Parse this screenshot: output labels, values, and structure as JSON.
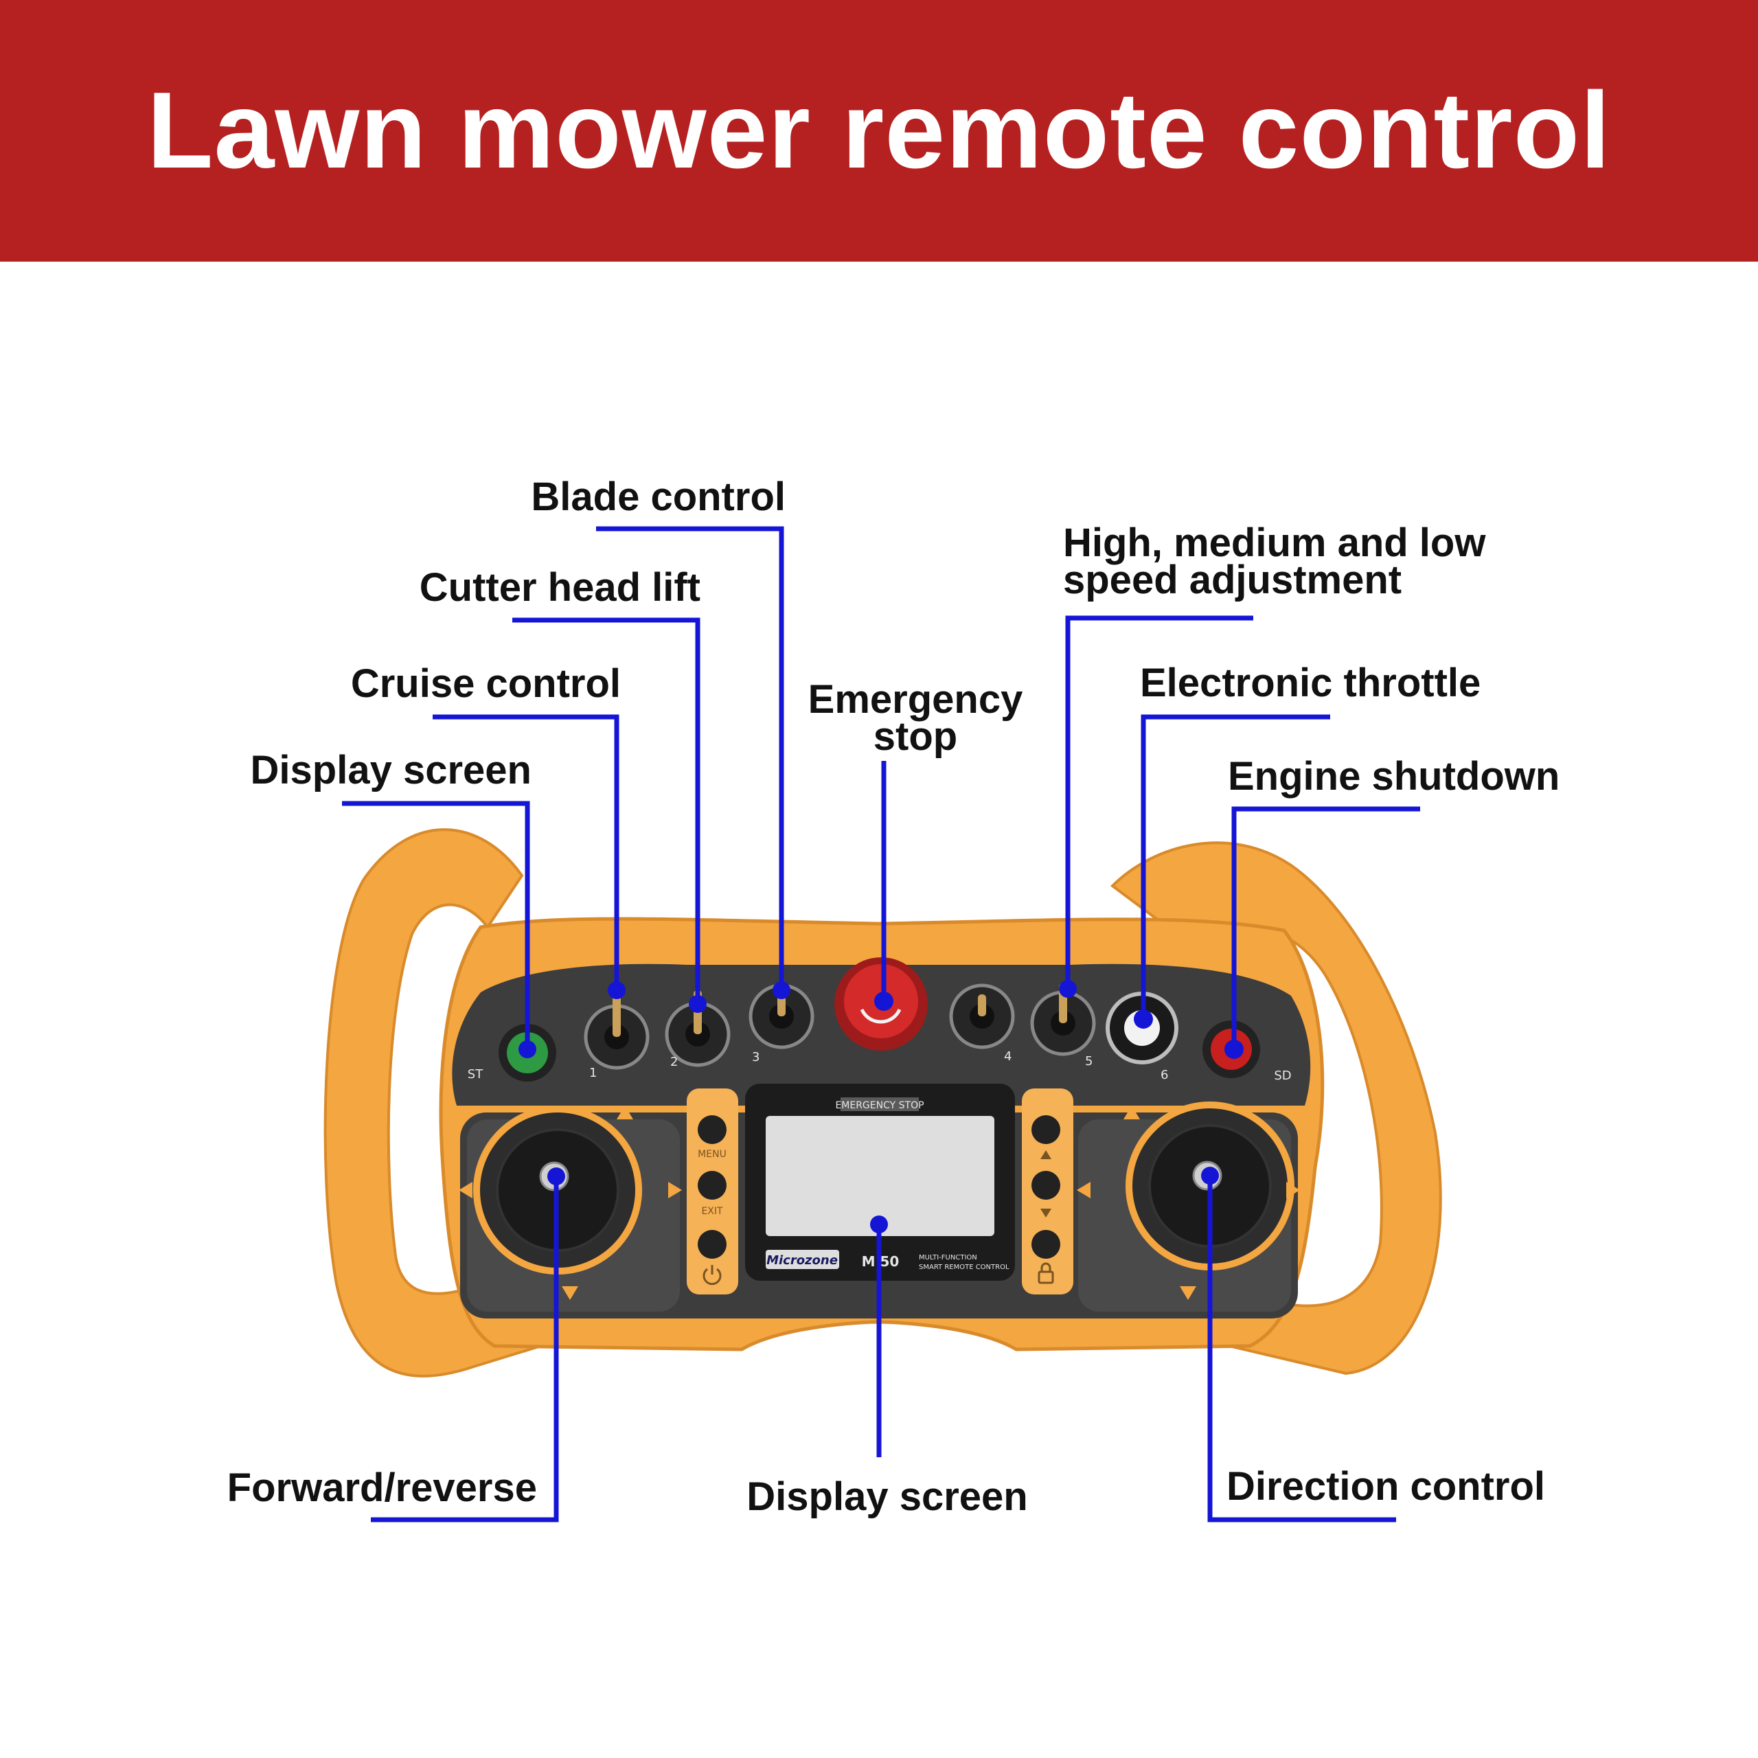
{
  "title": "Lawn mower remote control",
  "colors": {
    "banner": "#b52020",
    "leader": "#1515d6",
    "housing": "#f4a641",
    "panel": "#3d3d3d"
  },
  "labels": {
    "blade_control": "Blade control",
    "cutter_head_lift": "Cutter head lift",
    "cruise_control": "Cruise control",
    "display_screen_top": "Display screen",
    "emergency_stop_line1": "Emergency",
    "emergency_stop_line2": "stop",
    "speed_adjust_line1": "High, medium and low",
    "speed_adjust_line2": "speed adjustment",
    "electronic_throttle": "Electronic throttle",
    "engine_shutdown": "Engine shutdown",
    "forward_reverse": "Forward/reverse",
    "display_screen_bottom": "Display screen",
    "direction_control": "Direction control"
  },
  "device": {
    "st_label": "ST",
    "sd_label": "SD",
    "switch_numbers": [
      "1",
      "2",
      "3",
      "4",
      "5",
      "6"
    ],
    "emergency_tag": "EMERGENCY STOP",
    "menu_label": "MENU",
    "exit_label": "EXIT",
    "brand": "Microzone",
    "model": "M 50",
    "tagline_line1": "MULTI-FUNCTION",
    "tagline_line2": "SMART REMOTE CONTROL"
  },
  "icons": [
    "arrow-up-icon",
    "arrow-down-icon",
    "arrow-left-icon",
    "arrow-right-icon",
    "power-icon",
    "lock-icon"
  ]
}
